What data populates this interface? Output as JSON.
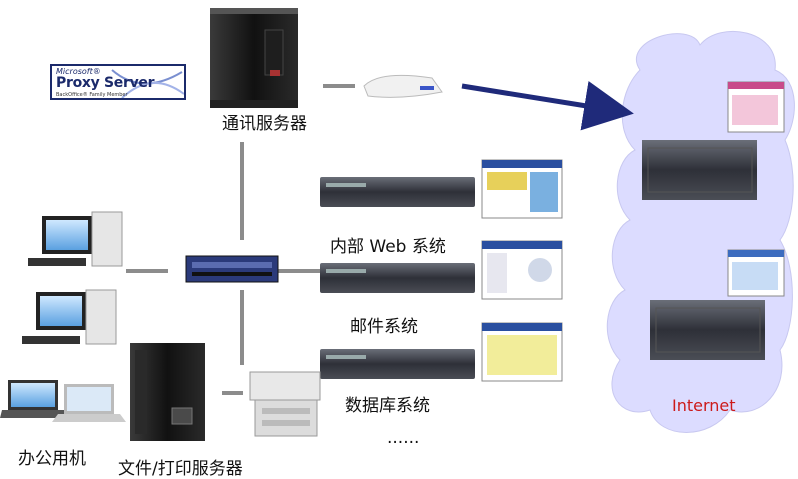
{
  "logo": {
    "brand": "Microsoft®",
    "product": "Proxy Server",
    "family": "BackOffice® Family Member"
  },
  "labels": {
    "comm_server": "通讯服务器",
    "web_system": "内部 Web 系统",
    "mail_system": "邮件系统",
    "db_system": "数据库系统",
    "ellipsis": "......",
    "office_pcs": "办公用机",
    "file_print_server": "文件/打印服务器",
    "internet": "Internet"
  },
  "colors": {
    "cloud": "#dcdcff",
    "arrow": "#1f2a7a",
    "line": "#8c8c8c",
    "internet_label": "#cc1a1a"
  }
}
